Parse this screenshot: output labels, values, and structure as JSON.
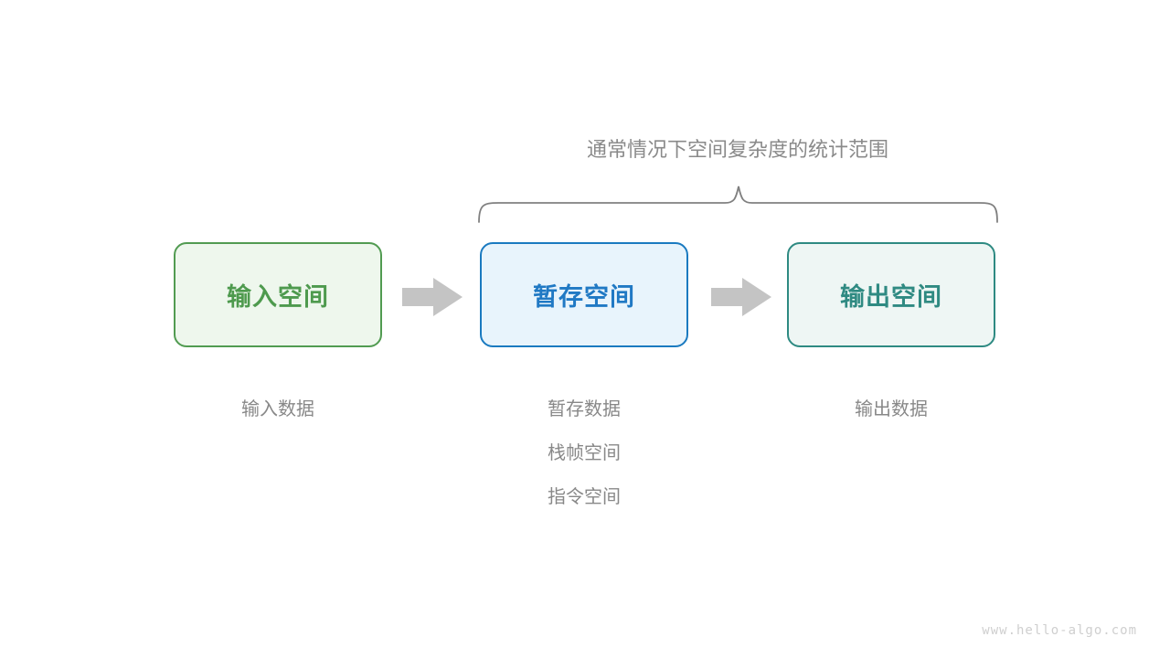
{
  "diagram": {
    "caption": {
      "lead": "通常情况下",
      "strong": "空间复杂度",
      "tail": "的统计范围"
    },
    "brace": {
      "label": "scope-brace",
      "color": "#808080",
      "spans_boxes": [
        "暂存空间",
        "输出空间"
      ]
    },
    "boxes": [
      {
        "id": "input",
        "title": "输入空间",
        "fill": "#eef7ed",
        "border": "#519b51",
        "text_color": "#4e9a4e"
      },
      {
        "id": "temp",
        "title": "暂存空间",
        "fill": "#e8f4fc",
        "border": "#1a7ac0",
        "text_color": "#2079c4"
      },
      {
        "id": "output",
        "title": "输出空间",
        "fill": "#eef6f4",
        "border": "#2e8a82",
        "text_color": "#2f8a82"
      }
    ],
    "arrows": [
      {
        "id": "arrow-1",
        "icon": "right-arrow-icon",
        "color": "#c4c4c4"
      },
      {
        "id": "arrow-2",
        "icon": "right-arrow-icon",
        "color": "#c4c4c4"
      }
    ],
    "labels": {
      "input": [
        "输入数据"
      ],
      "temp": [
        "暂存数据",
        "栈帧空间",
        "指令空间"
      ],
      "output": [
        "输出数据"
      ],
      "color": "#888888"
    },
    "watermark": "www.hello-algo.com"
  }
}
